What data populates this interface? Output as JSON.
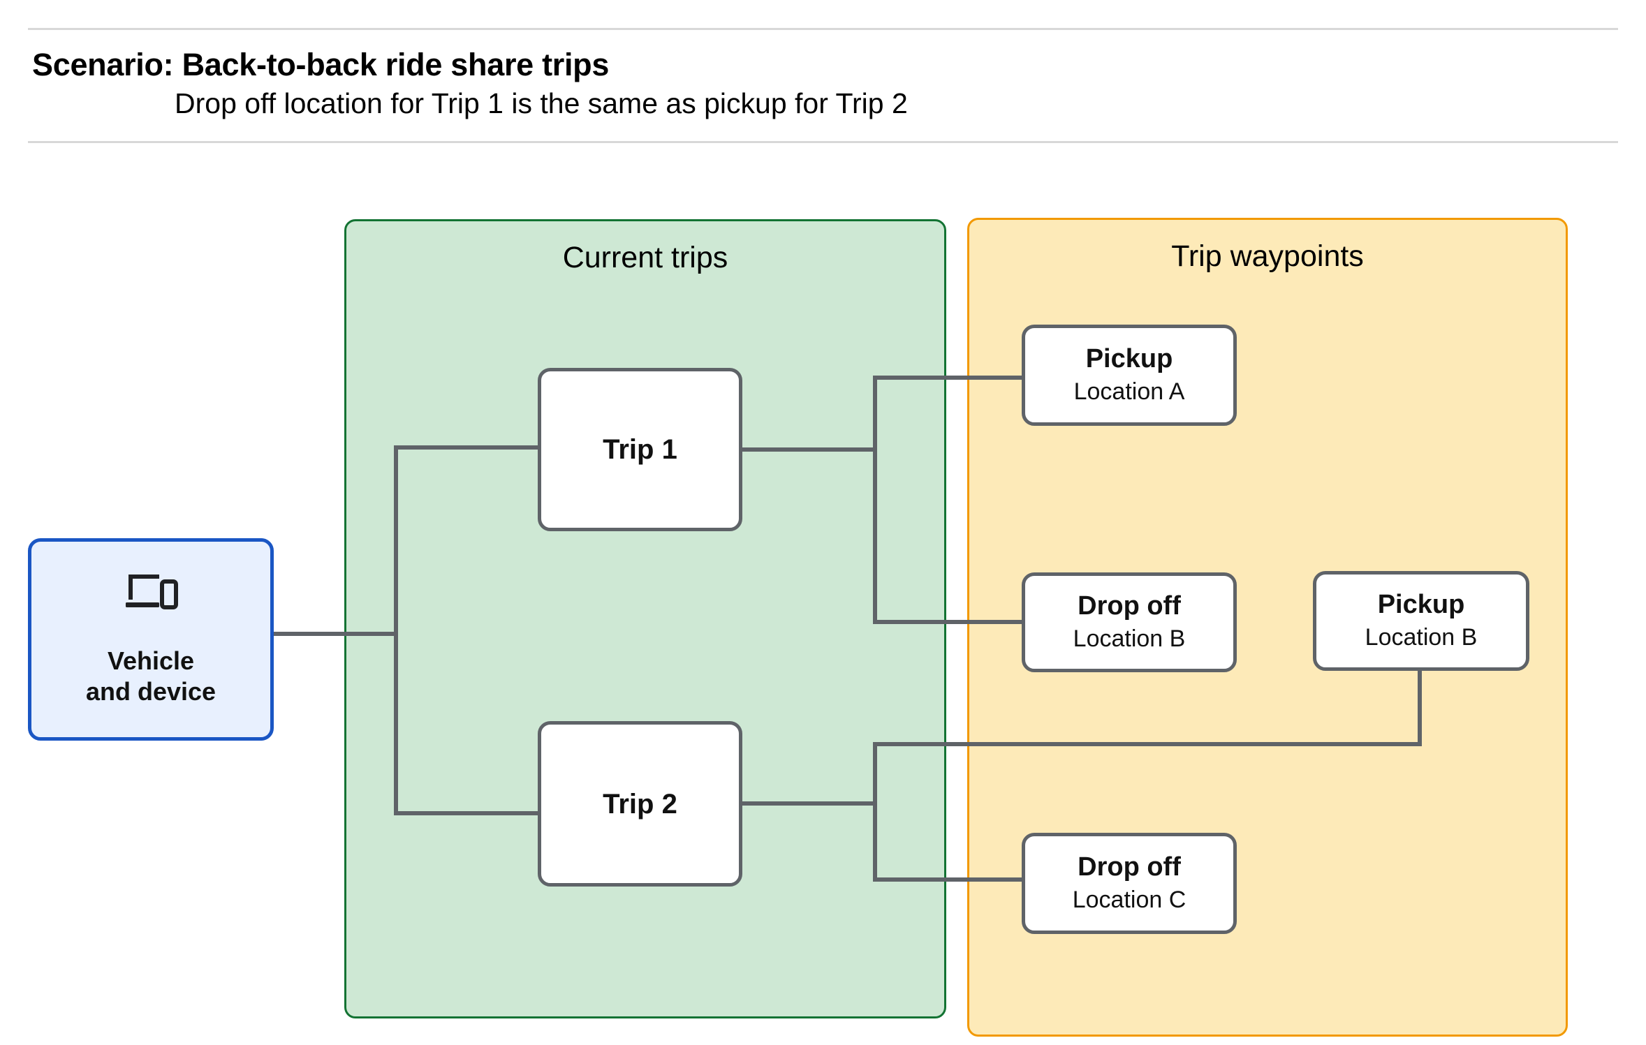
{
  "header": {
    "title": "Scenario: Back-to-back ride share trips",
    "subtitle": "Drop off  location for Trip 1 is the same as pickup for Trip 2"
  },
  "colors": {
    "green_fill": "#cee8d4",
    "green_border": "#137333",
    "orange_fill": "#fdeab8",
    "orange_border": "#f29900",
    "node_border": "#5f6368",
    "vehicle_fill": "#e8f0fe",
    "vehicle_border": "#1a56c4",
    "wire": "#5f6368"
  },
  "vehicle": {
    "icon": "laptop-and-phone-icon",
    "label_line1": "Vehicle",
    "label_line2": "and device"
  },
  "groups": {
    "current_trips": {
      "title": "Current trips",
      "trips": [
        {
          "label": "Trip 1"
        },
        {
          "label": "Trip 2"
        }
      ]
    },
    "trip_waypoints": {
      "title": "Trip waypoints",
      "waypoints": [
        {
          "type": "Pickup",
          "location": "Location A"
        },
        {
          "type": "Drop off",
          "location": "Location B"
        },
        {
          "type": "Pickup",
          "location": "Location B"
        },
        {
          "type": "Drop off",
          "location": "Location C"
        }
      ]
    }
  }
}
